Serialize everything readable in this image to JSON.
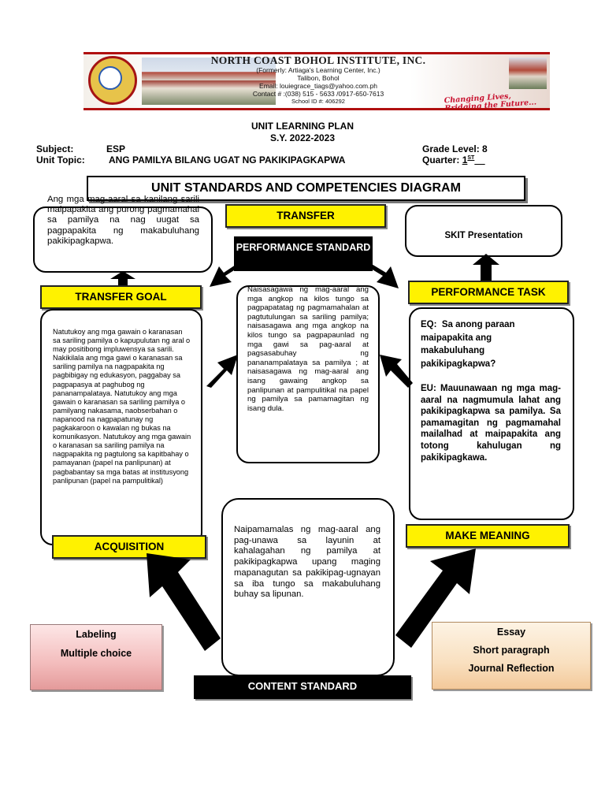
{
  "banner": {
    "school_name": "NORTH COAST BOHOL INSTITUTE, INC.",
    "formerly": "(Formerly: Artiaga's Learning Center, Inc.)",
    "location": "Talibon, Bohol",
    "email": "Email: louiegrace_tiags@yahoo.com.ph",
    "contact": "Contact # :(038) 515 - 5633 /0917-650-7613",
    "school_id": "School ID #: 406292",
    "tagline_1": "Changing Lives,",
    "tagline_2": "Bridging the Future..."
  },
  "header": {
    "title": "UNIT LEARNING PLAN",
    "school_year": "S.Y. 2022-2023",
    "subject_label": "Subject:",
    "subject_value": "ESP",
    "topic_label": "Unit Topic:",
    "topic_value": "ANG PAMILYA BILANG UGAT NG PAKIKIPAGKAPWA",
    "grade_label": "Grade Level: 8",
    "quarter_label": "Quarter: ",
    "quarter_value": "1",
    "quarter_sup": "ST"
  },
  "diagram": {
    "title": "UNIT STANDARDS AND COMPETENCIES DIAGRAM",
    "transfer_box_text": "Ang mga mag-aaral sa kanilang sarili maipapakita ang purong pagmamahal sa pamilya na nag uugat sa pagpapakita ng makabuluhang pakikipagkapwa.",
    "transfer_label": "TRANSFER",
    "skit_text": "SKIT Presentation",
    "performance_standard_label": "PERFORMANCE STANDARD",
    "transfer_goal_label": "TRANSFER GOAL",
    "performance_task_label": "PERFORMANCE TASK",
    "performance_standard_text": "Naisasagawa ng mag-aaral ang mga angkop na kilos tungo sa pagpapatatag ng pagmamahalan at pagtutulungan sa sariling pamilya; naisasagawa ang mga angkop na kilos tungo sa pagpapaunlad ng mga gawi sa pag-aaral at pagsasabuhay ng pananampalataya sa pamilya ; at naisasagawa ng mag-aaral ang isang gawaing angkop sa panlipunan at pampulitikal na papel ng pamilya sa pamamagitan ng isang dula.",
    "acquisition_text": "Natutukoy ang mga gawain o karanasan sa sariling pamilya o kapupulutan ng aral o may positibong impluwensya sa sarili. Nakikilala ang mga gawi o karanasan sa sariling pamilya na nagpapakita ng pagbibigay ng edukasyon, paggabay sa pagpapasya at paghubog ng pananampalataya. Natutukoy ang mga gawain o karanasan sa sariling pamilya o pamilyang nakasama, naobserbahan o napanood na nagpapatunay ng pagkakaroon o kawalan ng bukas na komunikasyon. Natutukoy ang mga gawain o karanasan sa sariling pamilya na nagpapakita ng pagtulong sa kapitbahay o pamayanan (papel na panlipunan) at pagbabantay sa mga batas at institusyong panlipunan (papel na pampulitikal)",
    "eq_label": "EQ:",
    "eq_text": "Sa anong paraan maipapakita ang makabuluhang pakikipagkapwa?",
    "eu_label": "EU:",
    "eu_text": "Mauunawaan ng mga mag-aaral na nagmumula lahat ang pakikipagkapwa sa pamilya. Sa pamamagitan ng pagmamahal mailalhad at maipapakita ang totong kahulugan ng pakikipagkawa.",
    "acquisition_label": "ACQUISITION",
    "make_meaning_label": "MAKE MEANING",
    "content_standard_text": "Naipamamalas ng mag-aaral ang pag-unawa sa layunin at kahalagahan ng pamilya at pakikipagkapwa upang maging mapanagutan sa pakikipag-ugnayan sa iba tungo sa makabuluhang buhay sa lipunan.",
    "content_standard_label": "CONTENT STANDARD",
    "assessment_left": [
      "Labeling",
      "Multiple choice"
    ],
    "assessment_right": [
      "Essay",
      "Short paragraph",
      "Journal Reflection"
    ]
  },
  "colors": {
    "label_yellow": "#fff200",
    "banner_red": "#b01010",
    "tagline_red": "#c8102e"
  }
}
